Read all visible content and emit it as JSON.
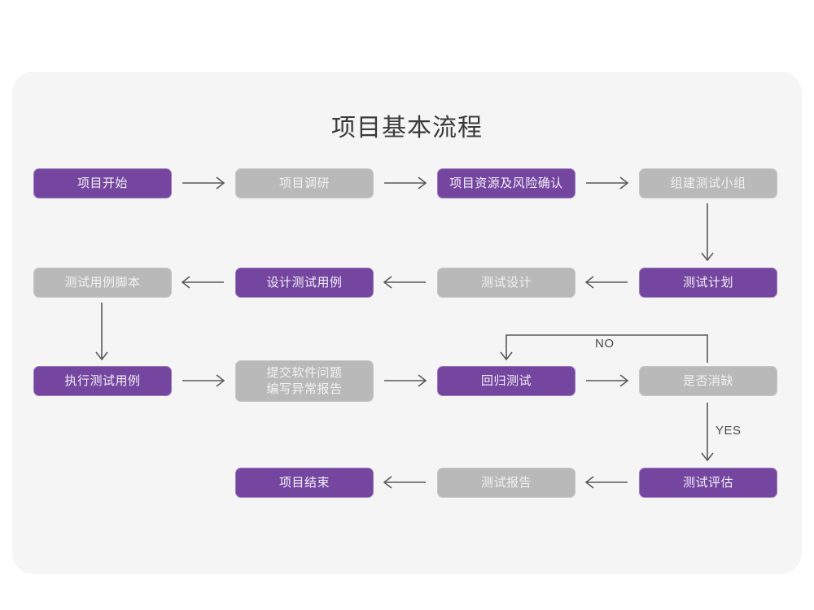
{
  "page": {
    "title": "项目基本流程",
    "card_bg": "#f5f5f5",
    "page_bg": "#ffffff"
  },
  "colors": {
    "purple": "#7446a0",
    "gray": "#b9b9b9",
    "purple_text": "#f4f0f8",
    "gray_text": "#f2f2f2",
    "line": "#5a5a5a",
    "title_text": "#3a3a3a"
  },
  "nodes": {
    "n1": {
      "label": "项目开始",
      "style": "purple"
    },
    "n2": {
      "label": "项目调研",
      "style": "gray"
    },
    "n3": {
      "label": "项目资源及风险确认",
      "style": "purple"
    },
    "n4": {
      "label": "组建测试小组",
      "style": "gray"
    },
    "n5": {
      "label": "测试计划",
      "style": "purple"
    },
    "n6": {
      "label": "测试设计",
      "style": "gray"
    },
    "n7": {
      "label": "设计测试用例",
      "style": "purple"
    },
    "n8": {
      "label": "测试用例脚本",
      "style": "gray"
    },
    "n9": {
      "label": "执行测试用例",
      "style": "purple"
    },
    "n10": {
      "label": "提交软件问题\n编写异常报告",
      "style": "gray"
    },
    "n11": {
      "label": "回归测试",
      "style": "purple"
    },
    "n12": {
      "label": "是否消缺",
      "style": "gray"
    },
    "n13": {
      "label": "测试评估",
      "style": "purple"
    },
    "n14": {
      "label": "测试报告",
      "style": "gray"
    },
    "n15": {
      "label": "项目结束",
      "style": "purple"
    }
  },
  "edge_labels": {
    "no": "NO",
    "yes": "YES"
  }
}
